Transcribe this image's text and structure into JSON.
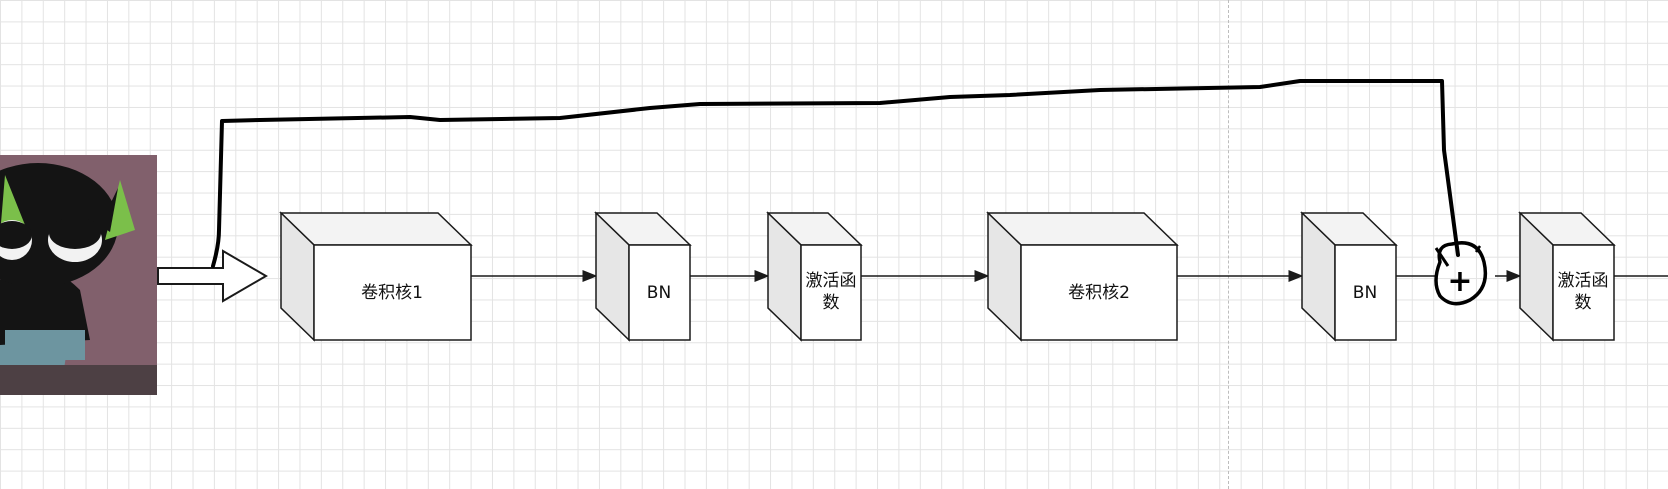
{
  "diagram": {
    "blocks": [
      {
        "id": "conv1",
        "label": "卷积核1"
      },
      {
        "id": "bn1",
        "label": "BN"
      },
      {
        "id": "act1",
        "label_line1": "激活函",
        "label_line2": "数"
      },
      {
        "id": "conv2",
        "label": "卷积核2"
      },
      {
        "id": "bn2",
        "label": "BN"
      },
      {
        "id": "act2",
        "label_line1": "激活函",
        "label_line2": "数"
      }
    ],
    "add_node_symbol": "+",
    "colors": {
      "grid": "#e3e3e3",
      "stroke": "#1a1a1a",
      "block_front": "#ffffff",
      "block_side": "#e6e6e6",
      "block_top": "#f3f3f3",
      "pen": "#000000",
      "avatar_bg": "#7a5a66",
      "cat_body": "#141414",
      "cat_ear": "#7bbf4a",
      "cat_shirt": "#6d95a0"
    },
    "icons": [
      "input-image-avatar",
      "input-arrow-icon",
      "add-node-icon"
    ]
  }
}
